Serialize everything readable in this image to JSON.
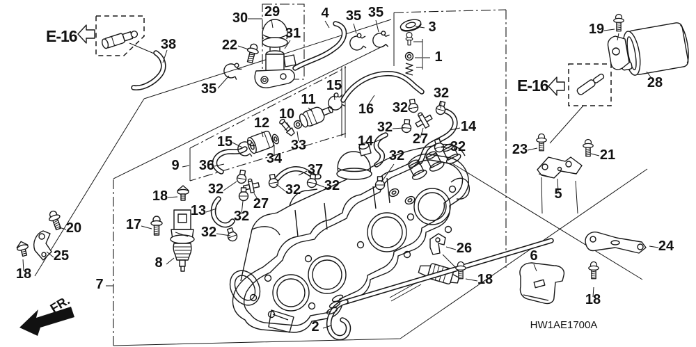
{
  "diagram": {
    "code": "HW1AE1700A",
    "front_label": "FR.",
    "ref_left": "E-16",
    "ref_right": "E-16",
    "background": "#ffffff",
    "line_color": "#161616"
  },
  "callouts": [
    "38",
    "35",
    "22",
    "30",
    "29",
    "31",
    "4",
    "35",
    "35",
    "3",
    "1",
    "19",
    "28",
    "23",
    "21",
    "5",
    "15",
    "16",
    "11",
    "10",
    "12",
    "33",
    "34",
    "15",
    "36",
    "9",
    "37",
    "32",
    "32",
    "32",
    "14",
    "27",
    "14",
    "32",
    "32",
    "13",
    "27",
    "32",
    "32",
    "32",
    "32",
    "32",
    "20",
    "25",
    "18",
    "17",
    "8",
    "18",
    "7",
    "2",
    "26",
    "18",
    "6",
    "24",
    "18"
  ]
}
